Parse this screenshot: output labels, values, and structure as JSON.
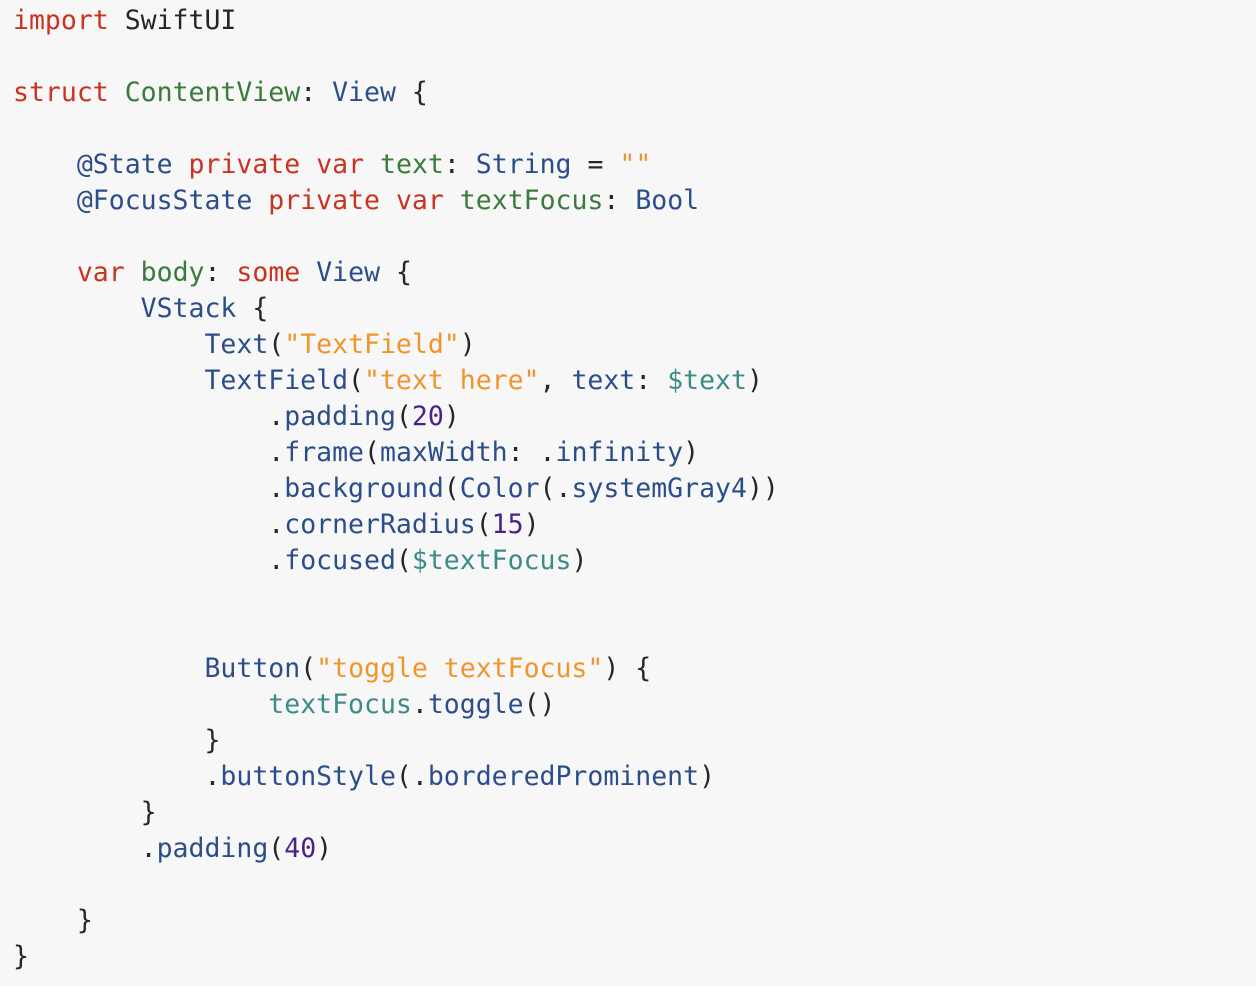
{
  "lines": [
    [
      {
        "t": "import",
        "c": "kw"
      },
      {
        "t": " SwiftUI",
        "c": "plain"
      }
    ],
    [],
    [
      {
        "t": "struct",
        "c": "kw"
      },
      {
        "t": " ",
        "c": "plain"
      },
      {
        "t": "ContentView",
        "c": "def"
      },
      {
        "t": ": ",
        "c": "plain"
      },
      {
        "t": "View",
        "c": "type"
      },
      {
        "t": " {",
        "c": "plain"
      }
    ],
    [],
    [
      {
        "t": "    ",
        "c": "plain"
      },
      {
        "t": "@State",
        "c": "type"
      },
      {
        "t": " ",
        "c": "plain"
      },
      {
        "t": "private",
        "c": "kw"
      },
      {
        "t": " ",
        "c": "plain"
      },
      {
        "t": "var",
        "c": "kw"
      },
      {
        "t": " ",
        "c": "plain"
      },
      {
        "t": "text",
        "c": "def"
      },
      {
        "t": ": ",
        "c": "plain"
      },
      {
        "t": "String",
        "c": "type"
      },
      {
        "t": " = ",
        "c": "plain"
      },
      {
        "t": "\"\"",
        "c": "str"
      }
    ],
    [
      {
        "t": "    ",
        "c": "plain"
      },
      {
        "t": "@FocusState",
        "c": "type"
      },
      {
        "t": " ",
        "c": "plain"
      },
      {
        "t": "private",
        "c": "kw"
      },
      {
        "t": " ",
        "c": "plain"
      },
      {
        "t": "var",
        "c": "kw"
      },
      {
        "t": " ",
        "c": "plain"
      },
      {
        "t": "textFocus",
        "c": "def"
      },
      {
        "t": ": ",
        "c": "plain"
      },
      {
        "t": "Bool",
        "c": "type"
      }
    ],
    [],
    [
      {
        "t": "    ",
        "c": "plain"
      },
      {
        "t": "var",
        "c": "kw"
      },
      {
        "t": " ",
        "c": "plain"
      },
      {
        "t": "body",
        "c": "def"
      },
      {
        "t": ": ",
        "c": "plain"
      },
      {
        "t": "some",
        "c": "kw"
      },
      {
        "t": " ",
        "c": "plain"
      },
      {
        "t": "View",
        "c": "type"
      },
      {
        "t": " {",
        "c": "plain"
      }
    ],
    [
      {
        "t": "        ",
        "c": "plain"
      },
      {
        "t": "VStack",
        "c": "type"
      },
      {
        "t": " {",
        "c": "plain"
      }
    ],
    [
      {
        "t": "            ",
        "c": "plain"
      },
      {
        "t": "Text",
        "c": "type"
      },
      {
        "t": "(",
        "c": "plain"
      },
      {
        "t": "\"TextField\"",
        "c": "str"
      },
      {
        "t": ")",
        "c": "plain"
      }
    ],
    [
      {
        "t": "            ",
        "c": "plain"
      },
      {
        "t": "TextField",
        "c": "type"
      },
      {
        "t": "(",
        "c": "plain"
      },
      {
        "t": "\"text here\"",
        "c": "str"
      },
      {
        "t": ", ",
        "c": "plain"
      },
      {
        "t": "text",
        "c": "type"
      },
      {
        "t": ": ",
        "c": "plain"
      },
      {
        "t": "$text",
        "c": "ref"
      },
      {
        "t": ")",
        "c": "plain"
      }
    ],
    [
      {
        "t": "                .",
        "c": "plain"
      },
      {
        "t": "padding",
        "c": "type"
      },
      {
        "t": "(",
        "c": "plain"
      },
      {
        "t": "20",
        "c": "num"
      },
      {
        "t": ")",
        "c": "plain"
      }
    ],
    [
      {
        "t": "                .",
        "c": "plain"
      },
      {
        "t": "frame",
        "c": "type"
      },
      {
        "t": "(",
        "c": "plain"
      },
      {
        "t": "maxWidth",
        "c": "type"
      },
      {
        "t": ": .",
        "c": "plain"
      },
      {
        "t": "infinity",
        "c": "type"
      },
      {
        "t": ")",
        "c": "plain"
      }
    ],
    [
      {
        "t": "                .",
        "c": "plain"
      },
      {
        "t": "background",
        "c": "type"
      },
      {
        "t": "(",
        "c": "plain"
      },
      {
        "t": "Color",
        "c": "type"
      },
      {
        "t": "(.",
        "c": "plain"
      },
      {
        "t": "systemGray4",
        "c": "type"
      },
      {
        "t": "))",
        "c": "plain"
      }
    ],
    [
      {
        "t": "                .",
        "c": "plain"
      },
      {
        "t": "cornerRadius",
        "c": "type"
      },
      {
        "t": "(",
        "c": "plain"
      },
      {
        "t": "15",
        "c": "num"
      },
      {
        "t": ")",
        "c": "plain"
      }
    ],
    [
      {
        "t": "                .",
        "c": "plain"
      },
      {
        "t": "focused",
        "c": "type"
      },
      {
        "t": "(",
        "c": "plain"
      },
      {
        "t": "$textFocus",
        "c": "ref"
      },
      {
        "t": ")",
        "c": "plain"
      }
    ],
    [],
    [],
    [
      {
        "t": "            ",
        "c": "plain"
      },
      {
        "t": "Button",
        "c": "type"
      },
      {
        "t": "(",
        "c": "plain"
      },
      {
        "t": "\"toggle textFocus\"",
        "c": "str"
      },
      {
        "t": ") {",
        "c": "plain"
      }
    ],
    [
      {
        "t": "                ",
        "c": "plain"
      },
      {
        "t": "textFocus",
        "c": "ref"
      },
      {
        "t": ".",
        "c": "plain"
      },
      {
        "t": "toggle",
        "c": "type"
      },
      {
        "t": "()",
        "c": "plain"
      }
    ],
    [
      {
        "t": "            }",
        "c": "plain"
      }
    ],
    [
      {
        "t": "            .",
        "c": "plain"
      },
      {
        "t": "buttonStyle",
        "c": "type"
      },
      {
        "t": "(.",
        "c": "plain"
      },
      {
        "t": "borderedProminent",
        "c": "type"
      },
      {
        "t": ")",
        "c": "plain"
      }
    ],
    [
      {
        "t": "        }",
        "c": "plain"
      }
    ],
    [
      {
        "t": "        .",
        "c": "plain"
      },
      {
        "t": "padding",
        "c": "type"
      },
      {
        "t": "(",
        "c": "plain"
      },
      {
        "t": "40",
        "c": "num"
      },
      {
        "t": ")",
        "c": "plain"
      }
    ],
    [],
    [
      {
        "t": "    }",
        "c": "plain"
      }
    ],
    [
      {
        "t": "}",
        "c": "plain"
      }
    ]
  ]
}
